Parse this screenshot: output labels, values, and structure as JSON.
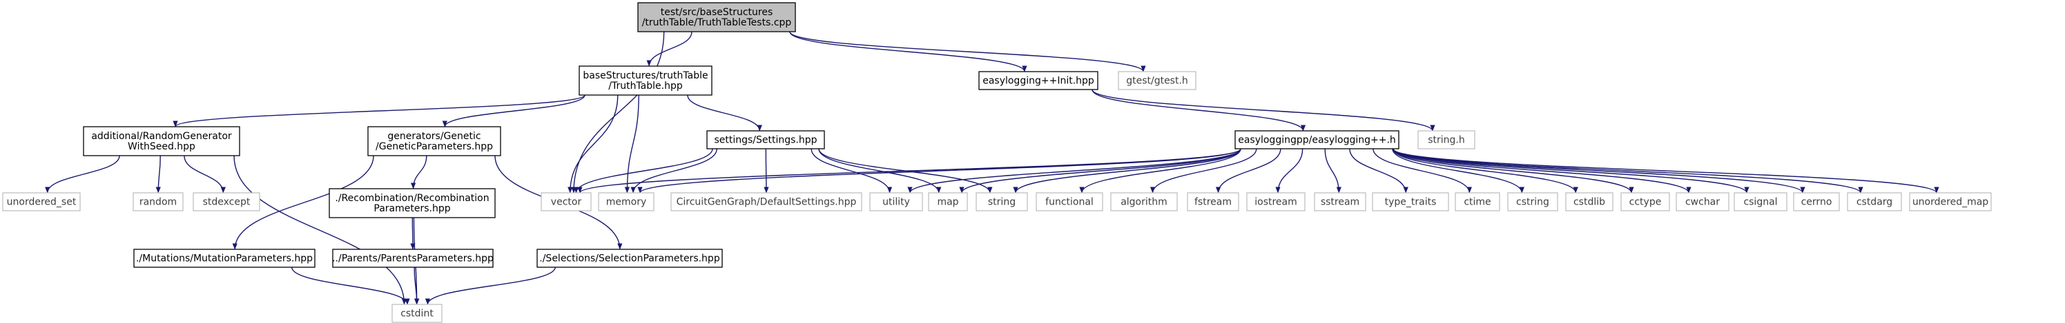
{
  "colors": {
    "edge": "#191970",
    "project_border": "#000000",
    "system_border": "#bfbfbf",
    "root_fill": "#bfbfbf",
    "node_fill": "#ffffff",
    "text_project": "#000000",
    "text_system": "#3f3f3f"
  },
  "nodes": [
    {
      "id": "root",
      "lines": [
        "test/src/baseStructures",
        "/truthTable/TruthTableTests.cpp"
      ],
      "kind": "root"
    },
    {
      "id": "truthtable",
      "lines": [
        "baseStructures/truthTable",
        "/TruthTable.hpp"
      ],
      "kind": "project"
    },
    {
      "id": "elinit",
      "lines": [
        "easylogging++Init.hpp"
      ],
      "kind": "project"
    },
    {
      "id": "gtest",
      "lines": [
        "gtest/gtest.h"
      ],
      "kind": "system"
    },
    {
      "id": "randgen",
      "lines": [
        "additional/RandomGenerator",
        "WithSeed.hpp"
      ],
      "kind": "project"
    },
    {
      "id": "genparams",
      "lines": [
        "generators/Genetic",
        "/GeneticParameters.hpp"
      ],
      "kind": "project"
    },
    {
      "id": "settings",
      "lines": [
        "settings/Settings.hpp"
      ],
      "kind": "project"
    },
    {
      "id": "easylogging",
      "lines": [
        "easyloggingpp/easylogging++.h"
      ],
      "kind": "project"
    },
    {
      "id": "stringh",
      "lines": [
        "string.h"
      ],
      "kind": "system"
    },
    {
      "id": "unordered_set",
      "lines": [
        "unordered_set"
      ],
      "kind": "system"
    },
    {
      "id": "random",
      "lines": [
        "random"
      ],
      "kind": "system"
    },
    {
      "id": "stdexcept",
      "lines": [
        "stdexcept"
      ],
      "kind": "system"
    },
    {
      "id": "recomb",
      "lines": [
        "./Recombination/Recombination",
        "Parameters.hpp"
      ],
      "kind": "project"
    },
    {
      "id": "vector",
      "lines": [
        "vector"
      ],
      "kind": "system"
    },
    {
      "id": "memory",
      "lines": [
        "memory"
      ],
      "kind": "system"
    },
    {
      "id": "defsettings",
      "lines": [
        "CircuitGenGraph/DefaultSettings.hpp"
      ],
      "kind": "system"
    },
    {
      "id": "utility",
      "lines": [
        "utility"
      ],
      "kind": "system"
    },
    {
      "id": "map",
      "lines": [
        "map"
      ],
      "kind": "system"
    },
    {
      "id": "string",
      "lines": [
        "string"
      ],
      "kind": "system"
    },
    {
      "id": "functional",
      "lines": [
        "functional"
      ],
      "kind": "system"
    },
    {
      "id": "algorithm",
      "lines": [
        "algorithm"
      ],
      "kind": "system"
    },
    {
      "id": "fstream",
      "lines": [
        "fstream"
      ],
      "kind": "system"
    },
    {
      "id": "iostream",
      "lines": [
        "iostream"
      ],
      "kind": "system"
    },
    {
      "id": "sstream",
      "lines": [
        "sstream"
      ],
      "kind": "system"
    },
    {
      "id": "type_traits",
      "lines": [
        "type_traits"
      ],
      "kind": "system"
    },
    {
      "id": "ctime",
      "lines": [
        "ctime"
      ],
      "kind": "system"
    },
    {
      "id": "cstring",
      "lines": [
        "cstring"
      ],
      "kind": "system"
    },
    {
      "id": "cstdlib",
      "lines": [
        "cstdlib"
      ],
      "kind": "system"
    },
    {
      "id": "cctype",
      "lines": [
        "cctype"
      ],
      "kind": "system"
    },
    {
      "id": "cwchar",
      "lines": [
        "cwchar"
      ],
      "kind": "system"
    },
    {
      "id": "csignal",
      "lines": [
        "csignal"
      ],
      "kind": "system"
    },
    {
      "id": "cerrno",
      "lines": [
        "cerrno"
      ],
      "kind": "system"
    },
    {
      "id": "cstdarg",
      "lines": [
        "cstdarg"
      ],
      "kind": "system"
    },
    {
      "id": "unordered_map",
      "lines": [
        "unordered_map"
      ],
      "kind": "system"
    },
    {
      "id": "mutation",
      "lines": [
        "./Mutations/MutationParameters.hpp"
      ],
      "kind": "project"
    },
    {
      "id": "parents",
      "lines": [
        "../Parents/ParentsParameters.hpp"
      ],
      "kind": "project"
    },
    {
      "id": "selection",
      "lines": [
        "./Selections/SelectionParameters.hpp"
      ],
      "kind": "project"
    },
    {
      "id": "cstdint",
      "lines": [
        "cstdint"
      ],
      "kind": "system"
    }
  ],
  "edges": [
    [
      "root",
      "truthtable"
    ],
    [
      "root",
      "elinit"
    ],
    [
      "root",
      "gtest"
    ],
    [
      "root",
      "vector"
    ],
    [
      "truthtable",
      "randgen"
    ],
    [
      "truthtable",
      "genparams"
    ],
    [
      "truthtable",
      "settings"
    ],
    [
      "truthtable",
      "vector"
    ],
    [
      "truthtable",
      "memory"
    ],
    [
      "elinit",
      "easylogging"
    ],
    [
      "elinit",
      "stringh"
    ],
    [
      "randgen",
      "unordered_set"
    ],
    [
      "randgen",
      "random"
    ],
    [
      "randgen",
      "stdexcept"
    ],
    [
      "randgen",
      "cstdint"
    ],
    [
      "genparams",
      "mutation"
    ],
    [
      "genparams",
      "recomb"
    ],
    [
      "genparams",
      "selection"
    ],
    [
      "settings",
      "vector"
    ],
    [
      "settings",
      "memory"
    ],
    [
      "settings",
      "defsettings"
    ],
    [
      "settings",
      "utility"
    ],
    [
      "settings",
      "map"
    ],
    [
      "settings",
      "string"
    ],
    [
      "easylogging",
      "vector"
    ],
    [
      "easylogging",
      "memory"
    ],
    [
      "easylogging",
      "utility"
    ],
    [
      "easylogging",
      "map"
    ],
    [
      "easylogging",
      "string"
    ],
    [
      "easylogging",
      "functional"
    ],
    [
      "easylogging",
      "algorithm"
    ],
    [
      "easylogging",
      "fstream"
    ],
    [
      "easylogging",
      "iostream"
    ],
    [
      "easylogging",
      "sstream"
    ],
    [
      "easylogging",
      "type_traits"
    ],
    [
      "easylogging",
      "ctime"
    ],
    [
      "easylogging",
      "cstring"
    ],
    [
      "easylogging",
      "cstdlib"
    ],
    [
      "easylogging",
      "cctype"
    ],
    [
      "easylogging",
      "cwchar"
    ],
    [
      "easylogging",
      "csignal"
    ],
    [
      "easylogging",
      "cerrno"
    ],
    [
      "easylogging",
      "cstdarg"
    ],
    [
      "easylogging",
      "unordered_map"
    ],
    [
      "recomb",
      "parents"
    ],
    [
      "recomb",
      "cstdint"
    ],
    [
      "mutation",
      "cstdint"
    ],
    [
      "parents",
      "cstdint"
    ],
    [
      "selection",
      "cstdint"
    ]
  ]
}
